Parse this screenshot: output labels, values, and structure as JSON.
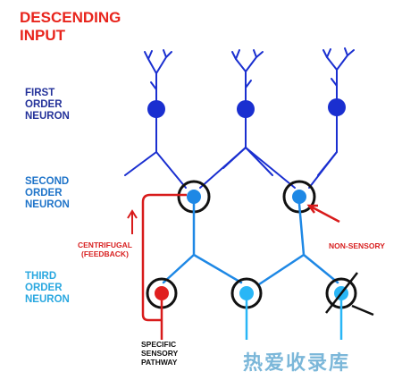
{
  "title": "DESCENDING\nINPUT",
  "tiers": {
    "first": "FIRST\nORDER\nNEURON",
    "second": "SECOND\nORDER\nNEURON",
    "third": "THIRD\nORDER\nNEURON"
  },
  "annotations": {
    "centrifugal": "CENTRIFUGAL\n(FEEDBACK)",
    "non_sensory": "NON-SENSORY",
    "specific_pathway": "SPECIFIC\nSENSORY\nPATHWAY"
  },
  "watermark": "热爱收录库",
  "colors": {
    "first_order": "#1a2fd0",
    "second_order": "#1e88e5",
    "third_order": "#29b6f6",
    "feedback": "#d81b1b",
    "ring": "#111111"
  }
}
